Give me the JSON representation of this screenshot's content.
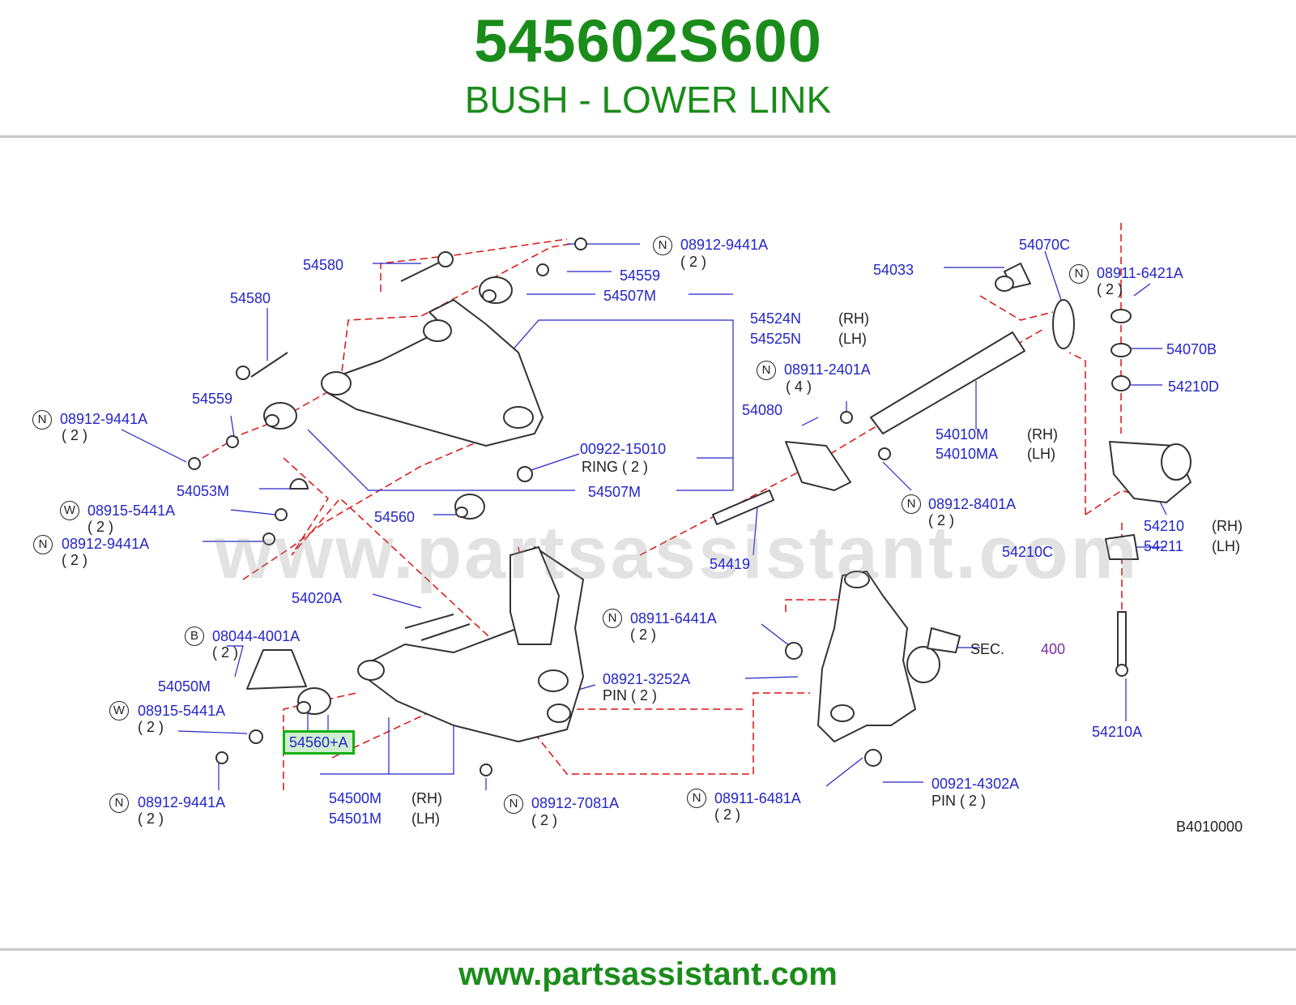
{
  "header": {
    "part_number": "545602S600",
    "part_name": "BUSH - LOWER LINK"
  },
  "footer": {
    "url": "www.partsassistant.com"
  },
  "diagram": {
    "watermark": "www.partsassistant.com",
    "code": "B4010000",
    "sec_label": "SEC.",
    "sec_number": "400",
    "labels": {
      "l54580a": "54580",
      "l54580b": "54580",
      "l54559a": "54559",
      "l54559b": "54559",
      "l54507m_top": "54507M",
      "l54507m_bot": "54507M",
      "l54524n": "54524N",
      "l54525n": "54525N",
      "l08912_9441a_top": "08912-9441A",
      "l08912_9441a_left": "08912-9441A",
      "l08912_9441a_mid": "08912-9441A",
      "l08912_9441a_bot": "08912-9441A",
      "l00922_15010": "00922-15010",
      "l54053m": "54053M",
      "l08915_5441a_top": "08915-5441A",
      "l08915_5441a_bot": "08915-5441A",
      "l54560": "54560",
      "l54020a": "54020A",
      "l08044_4001a": "08044-4001A",
      "l54050m": "54050M",
      "l54560a": "54560+A",
      "l54500m": "54500M",
      "l54501m": "54501M",
      "l08912_7081a": "08912-7081A",
      "l08911_6441a": "08911-6441A",
      "l08921_3252a": "08921-3252A",
      "l08911_6481a": "08911-6481A",
      "l00921_4302a": "00921-4302A",
      "l54033": "54033",
      "l54070c": "54070C",
      "l08911_6421a": "08911-6421A",
      "l54070b": "54070B",
      "l54210d": "54210D",
      "l08911_2401a": "08911-2401A",
      "l54080": "54080",
      "l54010m": "54010M",
      "l54010ma": "54010MA",
      "l08912_8401a": "08912-8401A",
      "l54419": "54419",
      "l54210": "54210",
      "l54211": "54211",
      "l54210c": "54210C",
      "l54210a": "54210A"
    },
    "notes": {
      "qty2": "( 2 )",
      "qty4": "( 4 )",
      "rh": "(RH)",
      "lh": "(LH)",
      "ring": "RING  ( 2 )",
      "pin_a": "PIN   ( 2 )",
      "pin_b": "PIN  ( 2 )"
    },
    "badges": {
      "n": "N",
      "w": "W",
      "b": "B"
    }
  }
}
